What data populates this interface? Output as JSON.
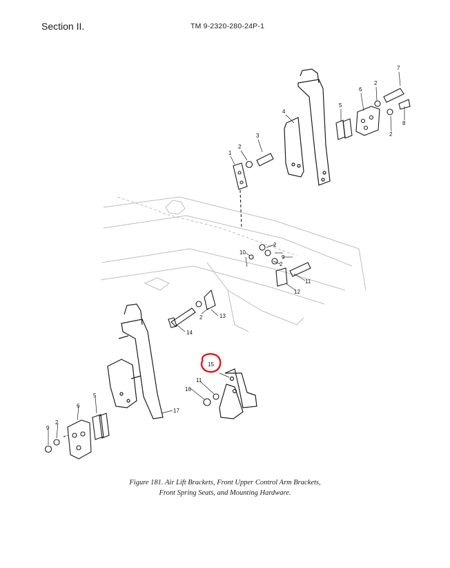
{
  "header": {
    "section": "Section II.",
    "manual_number": "TM 9-2320-280-24P-1"
  },
  "figure": {
    "caption_line1": "Figure 181.  Air Lift Brackets, Front Upper Control Arm Brackets,",
    "caption_line2": "Front Spring Seats, and Mounting Hardware.",
    "highlighted_callout": "15",
    "highlight_color": "#e0141e",
    "line_color": "#1a1a1a",
    "frame_color": "#bdbdbd",
    "callouts": {
      "c1": "1",
      "c2a": "2",
      "c3": "3",
      "c4": "4",
      "c5a": "5",
      "c6a": "6",
      "c2b": "2",
      "c7": "7",
      "c2c": "2",
      "c8": "8",
      "c2d": "2",
      "c10": "10",
      "c2e": "2",
      "c9": "9",
      "c11a": "11",
      "c12": "12",
      "c2f": "2",
      "c13": "13",
      "c14": "14",
      "c15": "15",
      "c11b": "11",
      "c16": "16",
      "c17": "17",
      "c5b": "5",
      "c6b": "6",
      "c2g": "2",
      "c9b": "9"
    }
  }
}
